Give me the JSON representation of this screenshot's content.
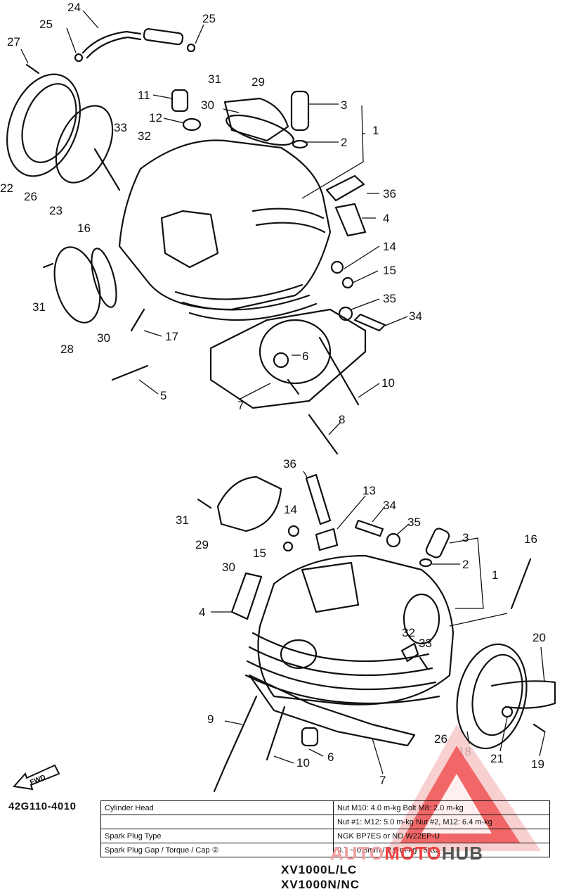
{
  "callouts_top": [
    "24",
    "25",
    "25",
    "27",
    "31",
    "29",
    "11",
    "30",
    "3",
    "1",
    "2",
    "12",
    "33",
    "32",
    "36",
    "22",
    "26",
    "23",
    "16",
    "4",
    "14",
    "15",
    "31",
    "30",
    "35",
    "34",
    "28",
    "17",
    "6",
    "5",
    "10",
    "7",
    "8"
  ],
  "callouts_bottom": [
    "36",
    "13",
    "31",
    "34",
    "35",
    "14",
    "3",
    "16",
    "29",
    "1",
    "15",
    "2",
    "30",
    "4",
    "32",
    "33",
    "20",
    "9",
    "26",
    "6",
    "18",
    "21",
    "10",
    "19",
    "7"
  ],
  "diagram_code": "42G110-4010",
  "spec_table": [
    {
      "label": "Cylinder Head",
      "value": "Nut M10: 4.0 m-kg          Bolt M8: 2.0 m-kg"
    },
    {
      "label": "",
      "value": "Nut #1: M12: 5.0 m-kg          Nut #2, M12: 6.4 m-kg"
    },
    {
      "label": "Spark Plug Type",
      "value": "NGK BP7ES or ND W22EP-U"
    },
    {
      "label": "Spark Plug Gap / Torque / Cap ②",
      "value": "0.7 ~ 0.8mm / 2.0 m-kg / 5KΩ"
    }
  ],
  "models": [
    "XV1000L/LC",
    "XV1000N/NC"
  ],
  "fwd_label": "FWD",
  "watermark": {
    "part1": "AUTO",
    "part2": "MOTO",
    "part3": "HUB"
  },
  "colors": {
    "line": "#111111",
    "watermark_red": "#ee4444",
    "watermark_pink": "#f0a0a0"
  }
}
